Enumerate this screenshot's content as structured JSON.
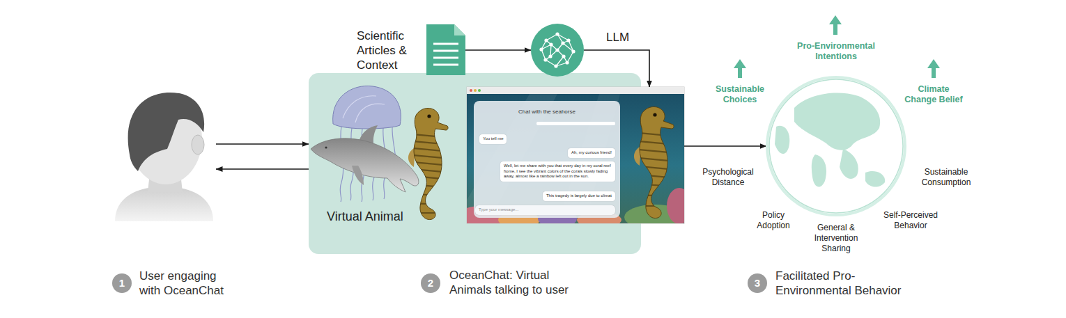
{
  "diagram": {
    "nodes": [
      {
        "text": [
          "User engaging with OceanChat"
        ]
      },
      {
        "text": [
          "Scientific Articles & Context"
        ]
      },
      {
        "text": [
          "LLM"
        ]
      },
      {
        "text": [
          "Virtual Animal",
          "OceanChat: Virtual Animals talking to user"
        ]
      },
      {
        "text": [
          "Chat with the seahorse"
        ],
        "in": 3
      },
      {
        "text": [
          "You tell me"
        ],
        "in": 4
      },
      {
        "text": [
          "Ah, my curious friend!"
        ],
        "in": 4
      },
      {
        "text": [
          "Well, let me share with you that every day in my coral reef home, I see the vibrant colors of the corals slowly fading away, almost like a rainbow left out in the sun."
        ],
        "in": 4
      },
      {
        "text": [
          "This tragedy is largely due to climat"
        ],
        "in": 4
      },
      {
        "text": [
          "Type your message..."
        ],
        "in": 4
      },
      {
        "text": [
          "Facilitated Pro-Environmental Behavior"
        ]
      }
    ],
    "edges": [
      {
        "from": 0,
        "to": 3,
        "arrow": "to"
      },
      {
        "from": 3,
        "to": 0,
        "arrow": "to"
      },
      {
        "from": 1,
        "to": 2,
        "arrow": "to"
      },
      {
        "from": 2,
        "to": 4,
        "arrow": "to"
      },
      {
        "from": 4,
        "to": 10,
        "arrow": "to"
      }
    ],
    "labels": [
      "1",
      "2",
      "3",
      "Pro-Environmental Intentions",
      "Sustainable Choices",
      "Climate Change Belief",
      "Psychological Distance",
      "Sustainable Consumption",
      "Policy Adoption",
      "Self-Perceived Behavior",
      "General & Intervention Sharing"
    ]
  }
}
